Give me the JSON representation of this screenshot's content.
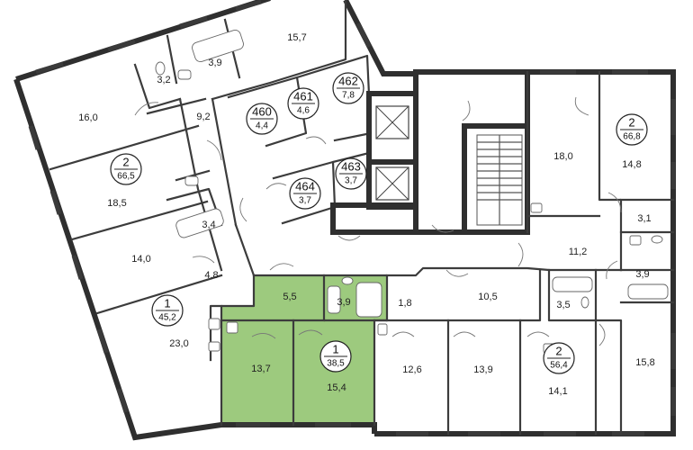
{
  "highlight_color": "#9dca7e",
  "wall_color": "#3c3c3c",
  "room_areas": {
    "r_15_7": "15,7",
    "r_3_9_top": "3,9",
    "r_3_2": "3,2",
    "r_9_2": "9,2",
    "r_16_0": "16,0",
    "r_18_5": "18,5",
    "r_3_4": "3,4",
    "r_14_0": "14,0",
    "r_4_8": "4,8",
    "r_23_0": "23,0",
    "r_5_5": "5,5",
    "r_3_9_sel": "3,9",
    "r_13_7": "13,7",
    "r_15_4": "15,4",
    "r_1_8": "1,8",
    "r_10_5": "10,5",
    "r_12_6": "12,6",
    "r_13_9": "13,9",
    "r_3_5": "3,5",
    "r_14_1": "14,1",
    "r_15_8": "15,8",
    "r_3_9_right": "3,9",
    "r_3_1": "3,1",
    "r_11_2": "11,2",
    "r_18_0": "18,0",
    "r_14_8": "14,8"
  },
  "badges": {
    "apt_2_left": {
      "top": "2",
      "bottom": "66,5"
    },
    "apt_1_left": {
      "top": "1",
      "bottom": "45,2"
    },
    "apt_1_selected": {
      "top": "1",
      "bottom": "38,5"
    },
    "apt_2_bottom": {
      "top": "2",
      "bottom": "56,4"
    },
    "apt_2_right": {
      "top": "2",
      "bottom": "66,8"
    },
    "storage_460": {
      "top": "460",
      "bottom": "4,4"
    },
    "storage_461": {
      "top": "461",
      "bottom": "4,6"
    },
    "storage_462": {
      "top": "462",
      "bottom": "7,8"
    },
    "storage_463": {
      "top": "463",
      "bottom": "3,7"
    },
    "storage_464": {
      "top": "464",
      "bottom": "3,7"
    }
  }
}
